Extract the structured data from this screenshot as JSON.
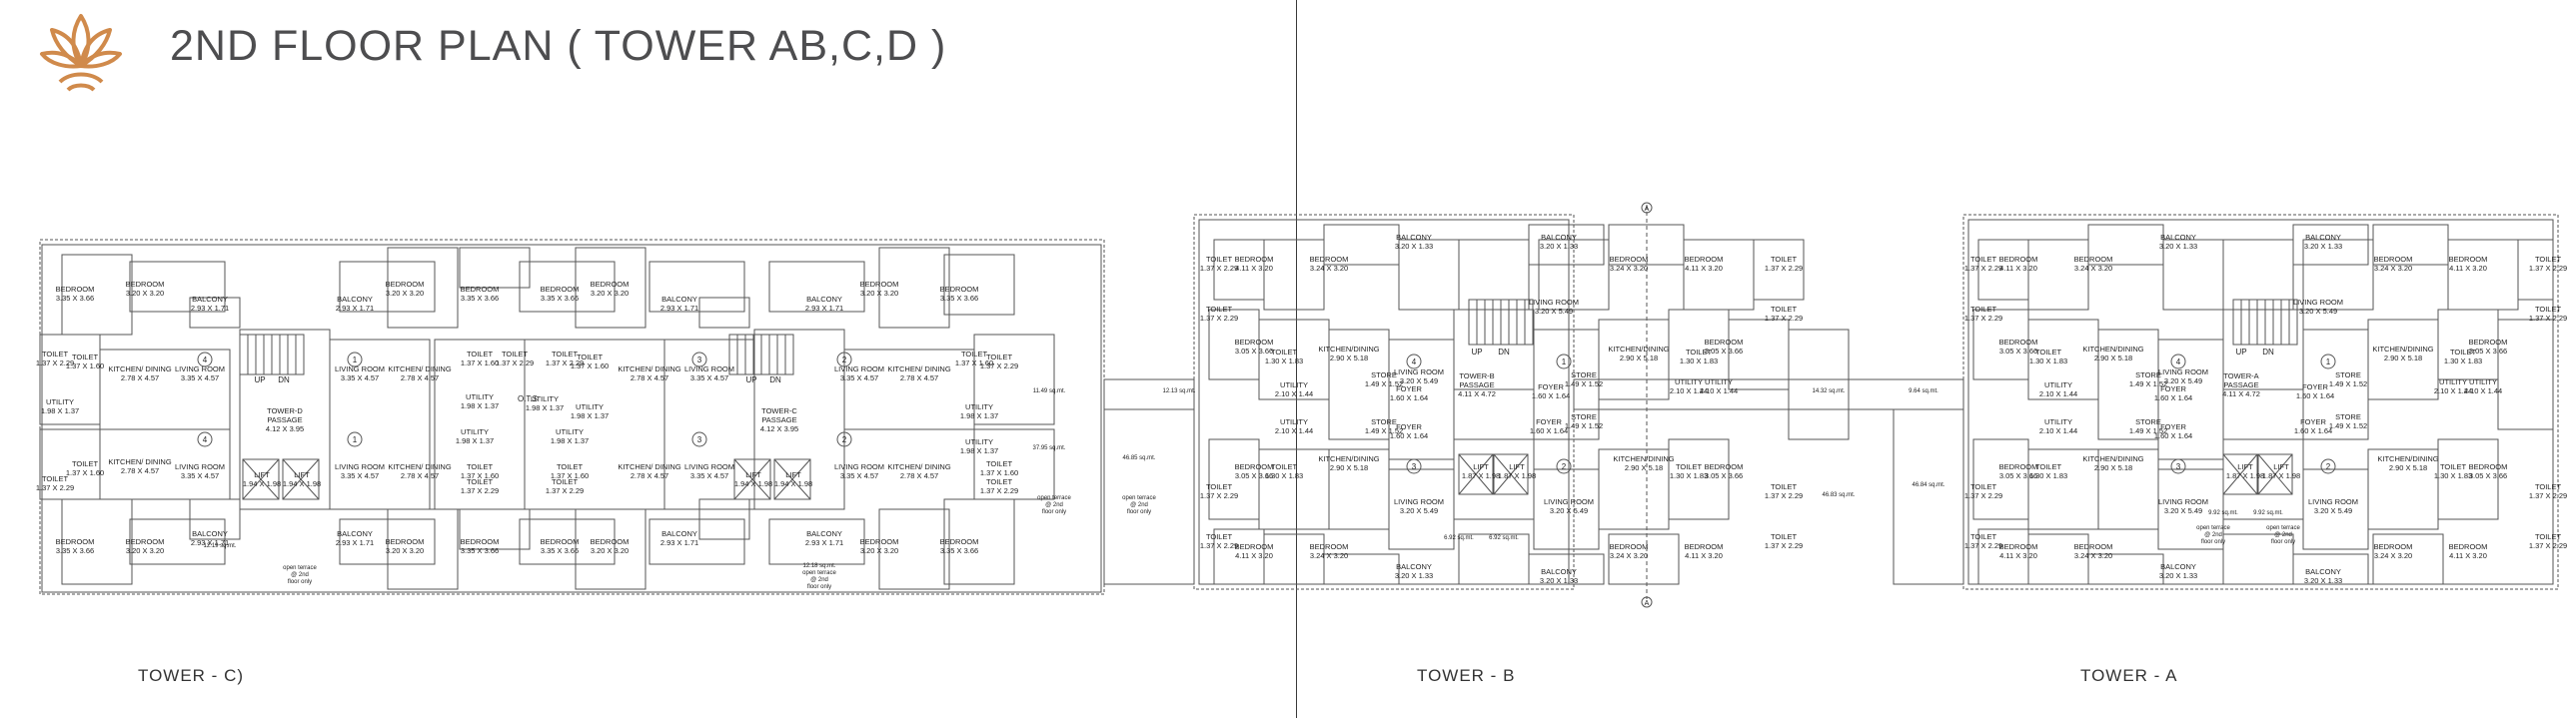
{
  "title": "2ND FLOOR PLAN ( TOWER AB,C,D )",
  "tower_labels": {
    "cd": "TOWER - C)",
    "b": "TOWER - B",
    "a": "TOWER - A"
  },
  "colors": {
    "logo": "#d08a4b",
    "title": "#4d4d4f",
    "lines": "#555555"
  },
  "rooms": [
    {
      "n": "BEDROOM",
      "d": "3.35 X 3.66"
    },
    {
      "n": "BEDROOM",
      "d": "3.20 X 3.20"
    },
    {
      "n": "BALCONY",
      "d": "2.93 X 1.71"
    },
    {
      "n": "BALCONY",
      "d": "2.93 X 1.71"
    },
    {
      "n": "BEDROOM",
      "d": "3.20 X 3.20"
    },
    {
      "n": "BEDROOM",
      "d": "3.35 X 3.66"
    },
    {
      "n": "BEDROOM",
      "d": "3.35 X 3.66"
    },
    {
      "n": "BEDROOM",
      "d": "3.20 X 3.20"
    },
    {
      "n": "BALCONY",
      "d": "2.93 X 1.71"
    },
    {
      "n": "BALCONY",
      "d": "2.93 X 1.71"
    },
    {
      "n": "BEDROOM",
      "d": "3.20 X 3.20"
    },
    {
      "n": "BEDROOM",
      "d": "3.35 X 3.66"
    },
    {
      "n": "TOILET",
      "d": "1.37 X 2.29"
    },
    {
      "n": "TOILET",
      "d": "1.37 X 1.60"
    },
    {
      "n": "KITCHEN/ DINING",
      "d": "2.78 X 4.57"
    },
    {
      "n": "LIVING ROOM",
      "d": "3.35 X 4.57"
    },
    {
      "n": "LIVING ROOM",
      "d": "3.35 X 4.57"
    },
    {
      "n": "KITCHEN/ DINING",
      "d": "2.78 X 4.57"
    },
    {
      "n": "TOILET",
      "d": "1.37 X 1.60"
    },
    {
      "n": "TOILET",
      "d": "1.37 X 2.29"
    },
    {
      "n": "TOILET",
      "d": "1.37 X 2.29"
    },
    {
      "n": "TOILET",
      "d": "1.37 X 1.60"
    },
    {
      "n": "KITCHEN/ DINING",
      "d": "2.78 X 4.57"
    },
    {
      "n": "LIVING ROOM",
      "d": "3.35 X 4.57"
    },
    {
      "n": "LIVING ROOM",
      "d": "3.35 X 4.57"
    },
    {
      "n": "KITCHEN/ DINING",
      "d": "2.78 X 4.57"
    },
    {
      "n": "TOILET",
      "d": "1.37 X 1.60"
    },
    {
      "n": "TOILET",
      "d": "1.37 X 2.29"
    },
    {
      "n": "UTILITY",
      "d": "1.98 X 1.37"
    },
    {
      "n": "UTILITY",
      "d": "1.98 X 1.37"
    },
    {
      "n": "UTILITY",
      "d": "1.98 X 1.37"
    },
    {
      "n": "UTILITY",
      "d": "1.98 X 1.37"
    },
    {
      "n": "TOWER-D PASSAGE",
      "d": "4.12 X 3.95"
    },
    {
      "n": "TOWER-C PASSAGE",
      "d": "4.12 X 3.95"
    },
    {
      "n": "UTILITY",
      "d": "1.98 X 1.37"
    },
    {
      "n": "UTILITY",
      "d": "1.98 X 1.37"
    },
    {
      "n": "UTILITY",
      "d": "1.98 X 1.37"
    },
    {
      "n": "UTILITY",
      "d": "1.98 X 1.37"
    },
    {
      "n": "TOILET",
      "d": "1.37 X 1.60"
    },
    {
      "n": "KITCHEN/ DINING",
      "d": "2.78 X 4.57"
    },
    {
      "n": "LIVING ROOM",
      "d": "3.35 X 4.57"
    },
    {
      "n": "LIVING ROOM",
      "d": "3.35 X 4.57"
    },
    {
      "n": "KITCHEN/ DINING",
      "d": "2.78 X 4.57"
    },
    {
      "n": "TOILET",
      "d": "1.37 X 1.60"
    },
    {
      "n": "TOILET",
      "d": "1.37 X 1.60"
    },
    {
      "n": "KITCHEN/ DINING",
      "d": "2.78 X 4.57"
    },
    {
      "n": "LIVING ROOM",
      "d": "3.35 X 4.57"
    },
    {
      "n": "LIVING ROOM",
      "d": "3.35 X 4.57"
    },
    {
      "n": "KITCHEN/ DINING",
      "d": "2.78 X 4.57"
    },
    {
      "n": "TOILET",
      "d": "1.37 X 1.60"
    },
    {
      "n": "TOILET",
      "d": "1.37 X 2.29"
    },
    {
      "n": "TOILET",
      "d": "1.37 X 2.29"
    },
    {
      "n": "TOILET",
      "d": "1.37 X 2.29"
    },
    {
      "n": "TOILET",
      "d": "1.37 X 2.29"
    },
    {
      "n": "LIFT",
      "d": "1.94 X 1.98"
    },
    {
      "n": "LIFT",
      "d": "1.94 X 1.98"
    },
    {
      "n": "LIFT",
      "d": "1.94 X 1.98"
    },
    {
      "n": "LIFT",
      "d": "1.94 X 1.98"
    },
    {
      "n": "BEDROOM",
      "d": "3.35 X 3.66"
    },
    {
      "n": "BEDROOM",
      "d": "3.20 X 3.20"
    },
    {
      "n": "BALCONY",
      "d": "2.93 X 1.71"
    },
    {
      "n": "BALCONY",
      "d": "2.93 X 1.71"
    },
    {
      "n": "BEDROOM",
      "d": "3.20 X 3.20"
    },
    {
      "n": "BEDROOM",
      "d": "3.35 X 3.66"
    },
    {
      "n": "BEDROOM",
      "d": "3.35 X 3.66"
    },
    {
      "n": "BEDROOM",
      "d": "3.20 X 3.20"
    },
    {
      "n": "BALCONY",
      "d": "2.93 X 1.71"
    },
    {
      "n": "BALCONY",
      "d": "2.93 X 1.71"
    },
    {
      "n": "BEDROOM",
      "d": "3.20 X 3.20"
    },
    {
      "n": "BEDROOM",
      "d": "3.35 X 3.66"
    },
    {
      "n": "BEDROOM",
      "d": "4.11 X 3.20"
    },
    {
      "n": "BEDROOM",
      "d": "3.24 X 3.20"
    },
    {
      "n": "BALCONY",
      "d": "3.20 X 1.33"
    },
    {
      "n": "BALCONY",
      "d": "3.20 X 1.33"
    },
    {
      "n": "BEDROOM",
      "d": "3.24 X 3.20"
    },
    {
      "n": "BEDROOM",
      "d": "4.11 X 3.20"
    },
    {
      "n": "TOILET",
      "d": "1.37 X 2.29"
    },
    {
      "n": "TOILET",
      "d": "1.37 X 2.29"
    },
    {
      "n": "TOILET",
      "d": "1.37 X 2.29"
    },
    {
      "n": "TOILET",
      "d": "1.37 X 2.29"
    },
    {
      "n": "BEDROOM",
      "d": "3.05 X 3.66"
    },
    {
      "n": "TOILET",
      "d": "1.30 X 1.83"
    },
    {
      "n": "KITCHEN/DINING",
      "d": "2.90 X 5.18"
    },
    {
      "n": "LIVING ROOM",
      "d": "3.20 X 5.49"
    },
    {
      "n": "LIVING ROOM",
      "d": "3.20 X 5.49"
    },
    {
      "n": "KITCHEN/DINING",
      "d": "2.90 X 5.18"
    },
    {
      "n": "TOILET",
      "d": "1.30 X 1.83"
    },
    {
      "n": "BEDROOM",
      "d": "3.05 X 3.66"
    },
    {
      "n": "UTILITY",
      "d": "2.10 X 1.44"
    },
    {
      "n": "STORE",
      "d": "1.49 X 1.52"
    },
    {
      "n": "FOYER",
      "d": "1.60 X 1.64"
    },
    {
      "n": "TOWER-B PASSAGE",
      "d": "4.11 X 4.72"
    },
    {
      "n": "FOYER",
      "d": "1.60 X 1.64"
    },
    {
      "n": "STORE",
      "d": "1.49 X 1.52"
    },
    {
      "n": "UTILITY",
      "d": "2.10 X 1.44"
    },
    {
      "n": "UTILITY",
      "d": "2.10 X 1.44"
    },
    {
      "n": "STORE",
      "d": "1.49 X 1.52"
    },
    {
      "n": "FOYER",
      "d": "1.60 X 1.64"
    },
    {
      "n": "FOYER",
      "d": "1.60 X 1.64"
    },
    {
      "n": "STORE",
      "d": "1.49 X 1.52"
    },
    {
      "n": "UTILITY",
      "d": "2.10 X 1.44"
    },
    {
      "n": "BEDROOM",
      "d": "3.05 X 3.66"
    },
    {
      "n": "TOILET",
      "d": "1.30 X 1.83"
    },
    {
      "n": "KITCHEN/DINING",
      "d": "2.90 X 5.18"
    },
    {
      "n": "LIFT",
      "d": "1.87 X 1.98"
    },
    {
      "n": "LIFT",
      "d": "1.87 X 1.98"
    },
    {
      "n": "KITCHEN/DINING",
      "d": "2.90 X 5.18"
    },
    {
      "n": "TOILET",
      "d": "1.30 X 1.83"
    },
    {
      "n": "BEDROOM",
      "d": "3.05 X 3.66"
    },
    {
      "n": "LIVING ROOM",
      "d": "3.20 X 5.49"
    },
    {
      "n": "LIVING ROOM",
      "d": "3.20 X 5.49"
    },
    {
      "n": "TOILET",
      "d": "1.37 X 2.29"
    },
    {
      "n": "TOILET",
      "d": "1.37 X 2.29"
    },
    {
      "n": "TOILET",
      "d": "1.37 X 2.29"
    },
    {
      "n": "TOILET",
      "d": "1.37 X 2.29"
    },
    {
      "n": "BEDROOM",
      "d": "4.11 X 3.20"
    },
    {
      "n": "BEDROOM",
      "d": "3.24 X 3.20"
    },
    {
      "n": "BALCONY",
      "d": "3.20 X 1.33"
    },
    {
      "n": "BALCONY",
      "d": "3.20 X 1.33"
    },
    {
      "n": "BEDROOM",
      "d": "3.24 X 3.20"
    },
    {
      "n": "BEDROOM",
      "d": "4.11 X 3.20"
    },
    {
      "n": "BEDROOM",
      "d": "4.11 X 3.20"
    },
    {
      "n": "BEDROOM",
      "d": "3.24 X 3.20"
    },
    {
      "n": "BALCONY",
      "d": "3.20 X 1.33"
    },
    {
      "n": "BALCONY",
      "d": "3.20 X 1.33"
    },
    {
      "n": "BEDROOM",
      "d": "3.24 X 3.20"
    },
    {
      "n": "BEDROOM",
      "d": "4.11 X 3.20"
    },
    {
      "n": "TOILET",
      "d": "1.37 X 2.29"
    },
    {
      "n": "TOILET",
      "d": "1.37 X 2.29"
    },
    {
      "n": "TOILET",
      "d": "1.37 X 2.29"
    },
    {
      "n": "TOILET",
      "d": "1.37 X 2.29"
    },
    {
      "n": "BEDROOM",
      "d": "3.05 X 3.66"
    },
    {
      "n": "TOILET",
      "d": "1.30 X 1.83"
    },
    {
      "n": "KITCHEN/DINING",
      "d": "2.90 X 5.18"
    },
    {
      "n": "LIVING ROOM",
      "d": "3.20 X 5.49"
    },
    {
      "n": "LIVING ROOM",
      "d": "3.20 X 5.49"
    },
    {
      "n": "KITCHEN/DINING",
      "d": "2.90 X 5.18"
    },
    {
      "n": "TOILET",
      "d": "1.30 X 1.83"
    },
    {
      "n": "BEDROOM",
      "d": "3.05 X 3.66"
    },
    {
      "n": "UTILITY",
      "d": "2.10 X 1.44"
    },
    {
      "n": "STORE",
      "d": "1.49 X 1.52"
    },
    {
      "n": "FOYER",
      "d": "1.60 X 1.64"
    },
    {
      "n": "TOWER-A PASSAGE",
      "d": "4.11 X 4.72"
    },
    {
      "n": "FOYER",
      "d": "1.60 X 1.64"
    },
    {
      "n": "STORE",
      "d": "1.49 X 1.52"
    },
    {
      "n": "UTILITY",
      "d": "2.10 X 1.44"
    },
    {
      "n": "UTILITY",
      "d": "2.10 X 1.44"
    },
    {
      "n": "STORE",
      "d": "1.49 X 1.52"
    },
    {
      "n": "FOYER",
      "d": "1.60 X 1.64"
    },
    {
      "n": "FOYER",
      "d": "1.60 X 1.64"
    },
    {
      "n": "STORE",
      "d": "1.49 X 1.52"
    },
    {
      "n": "UTILITY",
      "d": "2.10 X 1.44"
    },
    {
      "n": "BEDROOM",
      "d": "3.05 X 3.66"
    },
    {
      "n": "TOILET",
      "d": "1.30 X 1.83"
    },
    {
      "n": "KITCHEN/DINING",
      "d": "2.90 X 5.18"
    },
    {
      "n": "LIFT",
      "d": "1.87 X 1.98"
    },
    {
      "n": "LIFT",
      "d": "1.87 X 1.98"
    },
    {
      "n": "KITCHEN/DINING",
      "d": "2.90 X 5.18"
    },
    {
      "n": "TOILET",
      "d": "1.30 X 1.83"
    },
    {
      "n": "BEDROOM",
      "d": "3.05 X 3.66"
    },
    {
      "n": "LIVING ROOM",
      "d": "3.20 X 5.49"
    },
    {
      "n": "LIVING ROOM",
      "d": "3.20 X 5.49"
    },
    {
      "n": "TOILET",
      "d": "1.37 X 2.29"
    },
    {
      "n": "TOILET",
      "d": "1.37 X 2.29"
    },
    {
      "n": "TOILET",
      "d": "1.37 X 2.29"
    },
    {
      "n": "TOILET",
      "d": "1.37 X 2.29"
    },
    {
      "n": "BEDROOM",
      "d": "4.11 X 3.20"
    },
    {
      "n": "BEDROOM",
      "d": "3.24 X 3.20"
    },
    {
      "n": "BALCONY",
      "d": "3.20 X 1.33"
    },
    {
      "n": "BALCONY",
      "d": "3.20 X 1.33"
    },
    {
      "n": "BEDROOM",
      "d": "3.24 X 3.20"
    },
    {
      "n": "BEDROOM",
      "d": "4.11 X 3.20"
    }
  ],
  "unit_numbers": [
    "4",
    "1",
    "1",
    "4",
    "3",
    "2",
    "2",
    "3",
    "4",
    "1",
    "3",
    "2",
    "4",
    "1",
    "3",
    "2"
  ],
  "stair_labels": [
    "UP",
    "DN",
    "UP",
    "DN",
    "UP",
    "DN",
    "UP",
    "DN"
  ],
  "misc_labels": [
    "O.T.S",
    "open terrace @ 2nd floor only",
    "open terrace @ 2nd floor only",
    "open terrace @ 2nd floor only",
    "open terrace @ 2nd floor only",
    "open terrace @ 2nd floor only",
    "open terrace @ 2nd floor only"
  ],
  "areas": [
    "11.49 sq.mt.",
    "12.13 sq.mt.",
    "37.95 sq.mt.",
    "46.85 sq.mt.",
    "12.19 sq.mt.",
    "12.18 sq.mt.",
    "14.32 sq.mt.",
    "9.64 sq.mt.",
    "46.83 sq.mt.",
    "46.84 sq.mt.",
    "6.92 sq.mt.",
    "6.92 sq.mt.",
    "9.92 sq.mt.",
    "9.92 sq.mt."
  ],
  "section_markers": [
    "A",
    "A"
  ]
}
